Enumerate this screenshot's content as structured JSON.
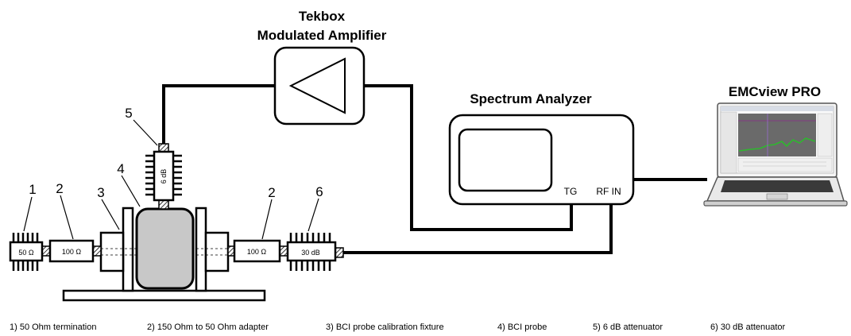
{
  "titles": {
    "amplifier_line1": "Tekbox",
    "amplifier_line2": "Modulated Amplifier",
    "spectrum_analyzer": "Spectrum Analyzer",
    "software": "EMCview PRO"
  },
  "ports": {
    "tg": "TG",
    "rf_in": "RF IN"
  },
  "components": {
    "termination": "50 Ω",
    "adapter_left": "100 Ω",
    "adapter_right": "100 Ω",
    "attenuator_30": "30 dB",
    "attenuator_6": "6 dB"
  },
  "callouts": {
    "n1": "1",
    "n2_left": "2",
    "n3": "3",
    "n4": "4",
    "n5": "5",
    "n2_right": "2",
    "n6": "6"
  },
  "legend": [
    "1) 50 Ohm termination",
    "2) 150 Ohm to 50 Ohm adapter",
    "3) BCI probe calibration fixture",
    "4) BCI probe",
    "5) 6 dB attenuator",
    "6) 30 dB attenuator"
  ],
  "colors": {
    "line": "#000000",
    "probe_fill": "#c8c8c8",
    "plate_fill": "#ffffff",
    "screen_plot": "#6a6a6a",
    "screen_trace": "#2eb82e"
  }
}
